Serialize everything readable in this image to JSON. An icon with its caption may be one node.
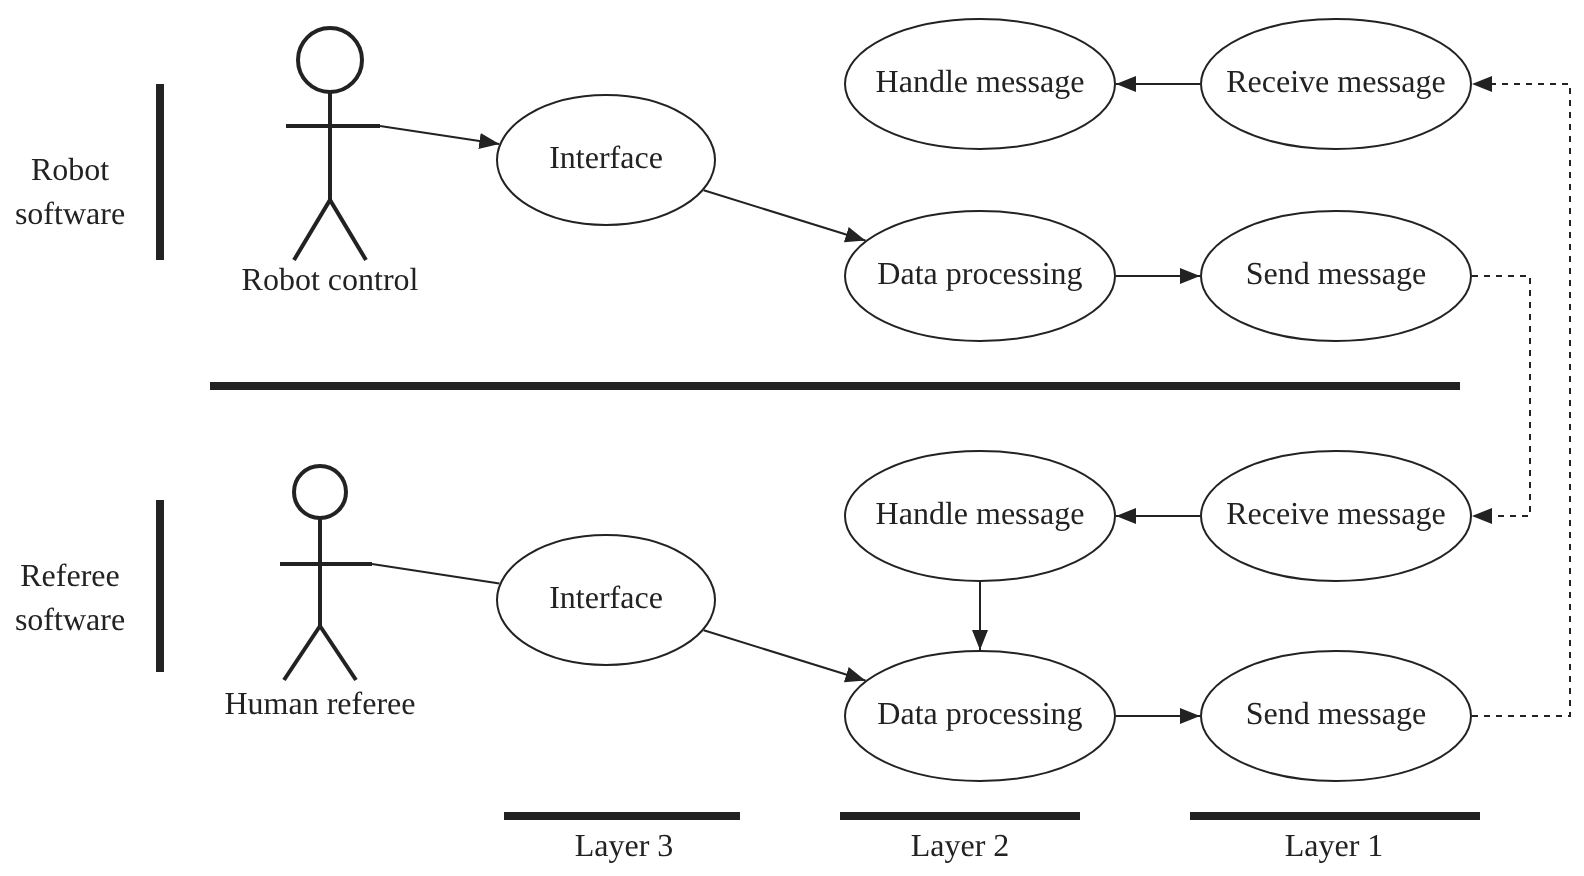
{
  "diagram": {
    "nodes": [
      {
        "text": [
          "Handle message"
        ]
      },
      {
        "text": [
          "Receive message"
        ]
      },
      {
        "text": [
          "Robot control"
        ]
      },
      {
        "text": [
          "Interface"
        ]
      },
      {
        "text": [
          "Data processing"
        ]
      },
      {
        "text": [
          "Send message"
        ]
      },
      {
        "text": [
          "Handle message"
        ]
      },
      {
        "text": [
          "Receive message"
        ]
      },
      {
        "text": [
          "Human referee"
        ]
      },
      {
        "text": [
          "Interface"
        ]
      },
      {
        "text": [
          "Data processing"
        ]
      },
      {
        "text": [
          "Send message"
        ]
      }
    ],
    "edges": [
      {
        "from": 2,
        "to": 3,
        "arrow": "to"
      },
      {
        "from": 3,
        "to": 4,
        "arrow": "to"
      },
      {
        "from": 4,
        "to": 5,
        "arrow": "to"
      },
      {
        "from": 1,
        "to": 0,
        "arrow": "to"
      },
      {
        "from": 5,
        "to": 7,
        "arrow": "to",
        "style": "dashed"
      },
      {
        "from": 11,
        "to": 1,
        "arrow": "to",
        "style": "dashed"
      },
      {
        "from": 8,
        "to": 9,
        "arrow": "none"
      },
      {
        "from": 9,
        "to": 10,
        "arrow": "to"
      },
      {
        "from": 10,
        "to": 11,
        "arrow": "to"
      },
      {
        "from": 7,
        "to": 6,
        "arrow": "to"
      },
      {
        "from": 6,
        "to": 10,
        "arrow": "to"
      }
    ],
    "labels": [
      "Robot software",
      "Referee software",
      "Layer 3",
      "Layer 2",
      "Layer 1"
    ]
  }
}
